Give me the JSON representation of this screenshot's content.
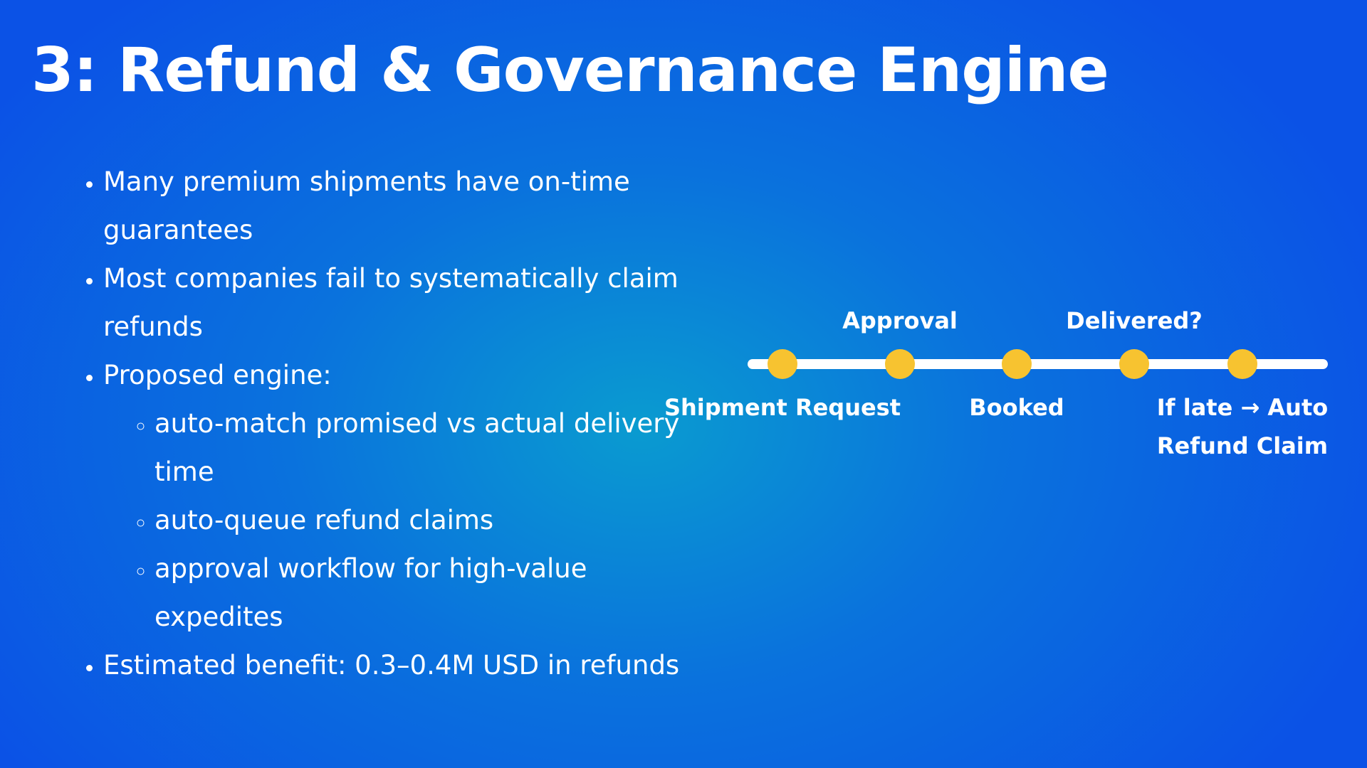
{
  "slide": {
    "title": "3: Refund & Governance Engine"
  },
  "bullets": [
    {
      "text": "Many premium shipments have on-time guarantees"
    },
    {
      "text": "Most companies fail to systematically claim refunds"
    },
    {
      "text": "Proposed engine:",
      "sub": [
        "auto-match promised vs actual delivery time",
        "auto-queue refund claims",
        "approval workflow for high-value expedites"
      ]
    },
    {
      "text": "Estimated benefit: 0.3–0.4M USD in refunds"
    }
  ],
  "timeline": {
    "accent_color": "#f7c330",
    "line_color": "#ffffff",
    "steps": [
      {
        "label": "Shipment Request",
        "position": "below"
      },
      {
        "label": "Approval",
        "position": "above"
      },
      {
        "label": "Booked",
        "position": "below"
      },
      {
        "label": "Delivered?",
        "position": "above"
      },
      {
        "label": "If late → Auto Refund Claim",
        "position": "below"
      }
    ]
  }
}
